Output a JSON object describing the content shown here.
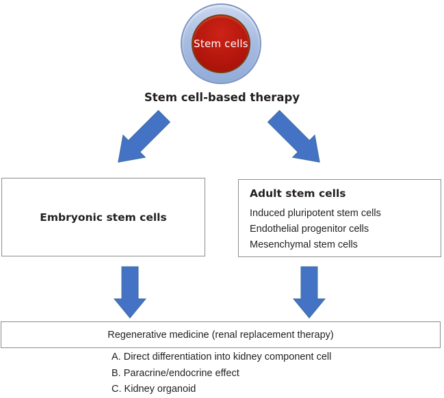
{
  "diagram": {
    "root_node": {
      "label": "Stem cells"
    },
    "title": "Stem cell-based therapy",
    "embryonic_box": {
      "title": "Embryonic stem cells"
    },
    "adult_box": {
      "title": "Adult stem cells",
      "items": [
        "Induced pluripotent stem cells",
        "Endothelial progenitor cells",
        "Mesenchymal stem cells"
      ]
    },
    "regenerative_box": {
      "label": "Regenerative medicine (renal replacement therapy)"
    },
    "outcomes": [
      "A. Direct differentiation into kidney component cell",
      "B. Paracrine/endocrine effect",
      "C. Kidney organoid"
    ],
    "colors": {
      "arrow_fill": "#4472C4",
      "arrow_outline": "#41719C",
      "node_ring": "#A9BDE2",
      "node_core": "#B5170D",
      "node_label_text": "#FFFFFF",
      "box_border": "#8C8C8C",
      "text": "#1F1F1F"
    }
  }
}
